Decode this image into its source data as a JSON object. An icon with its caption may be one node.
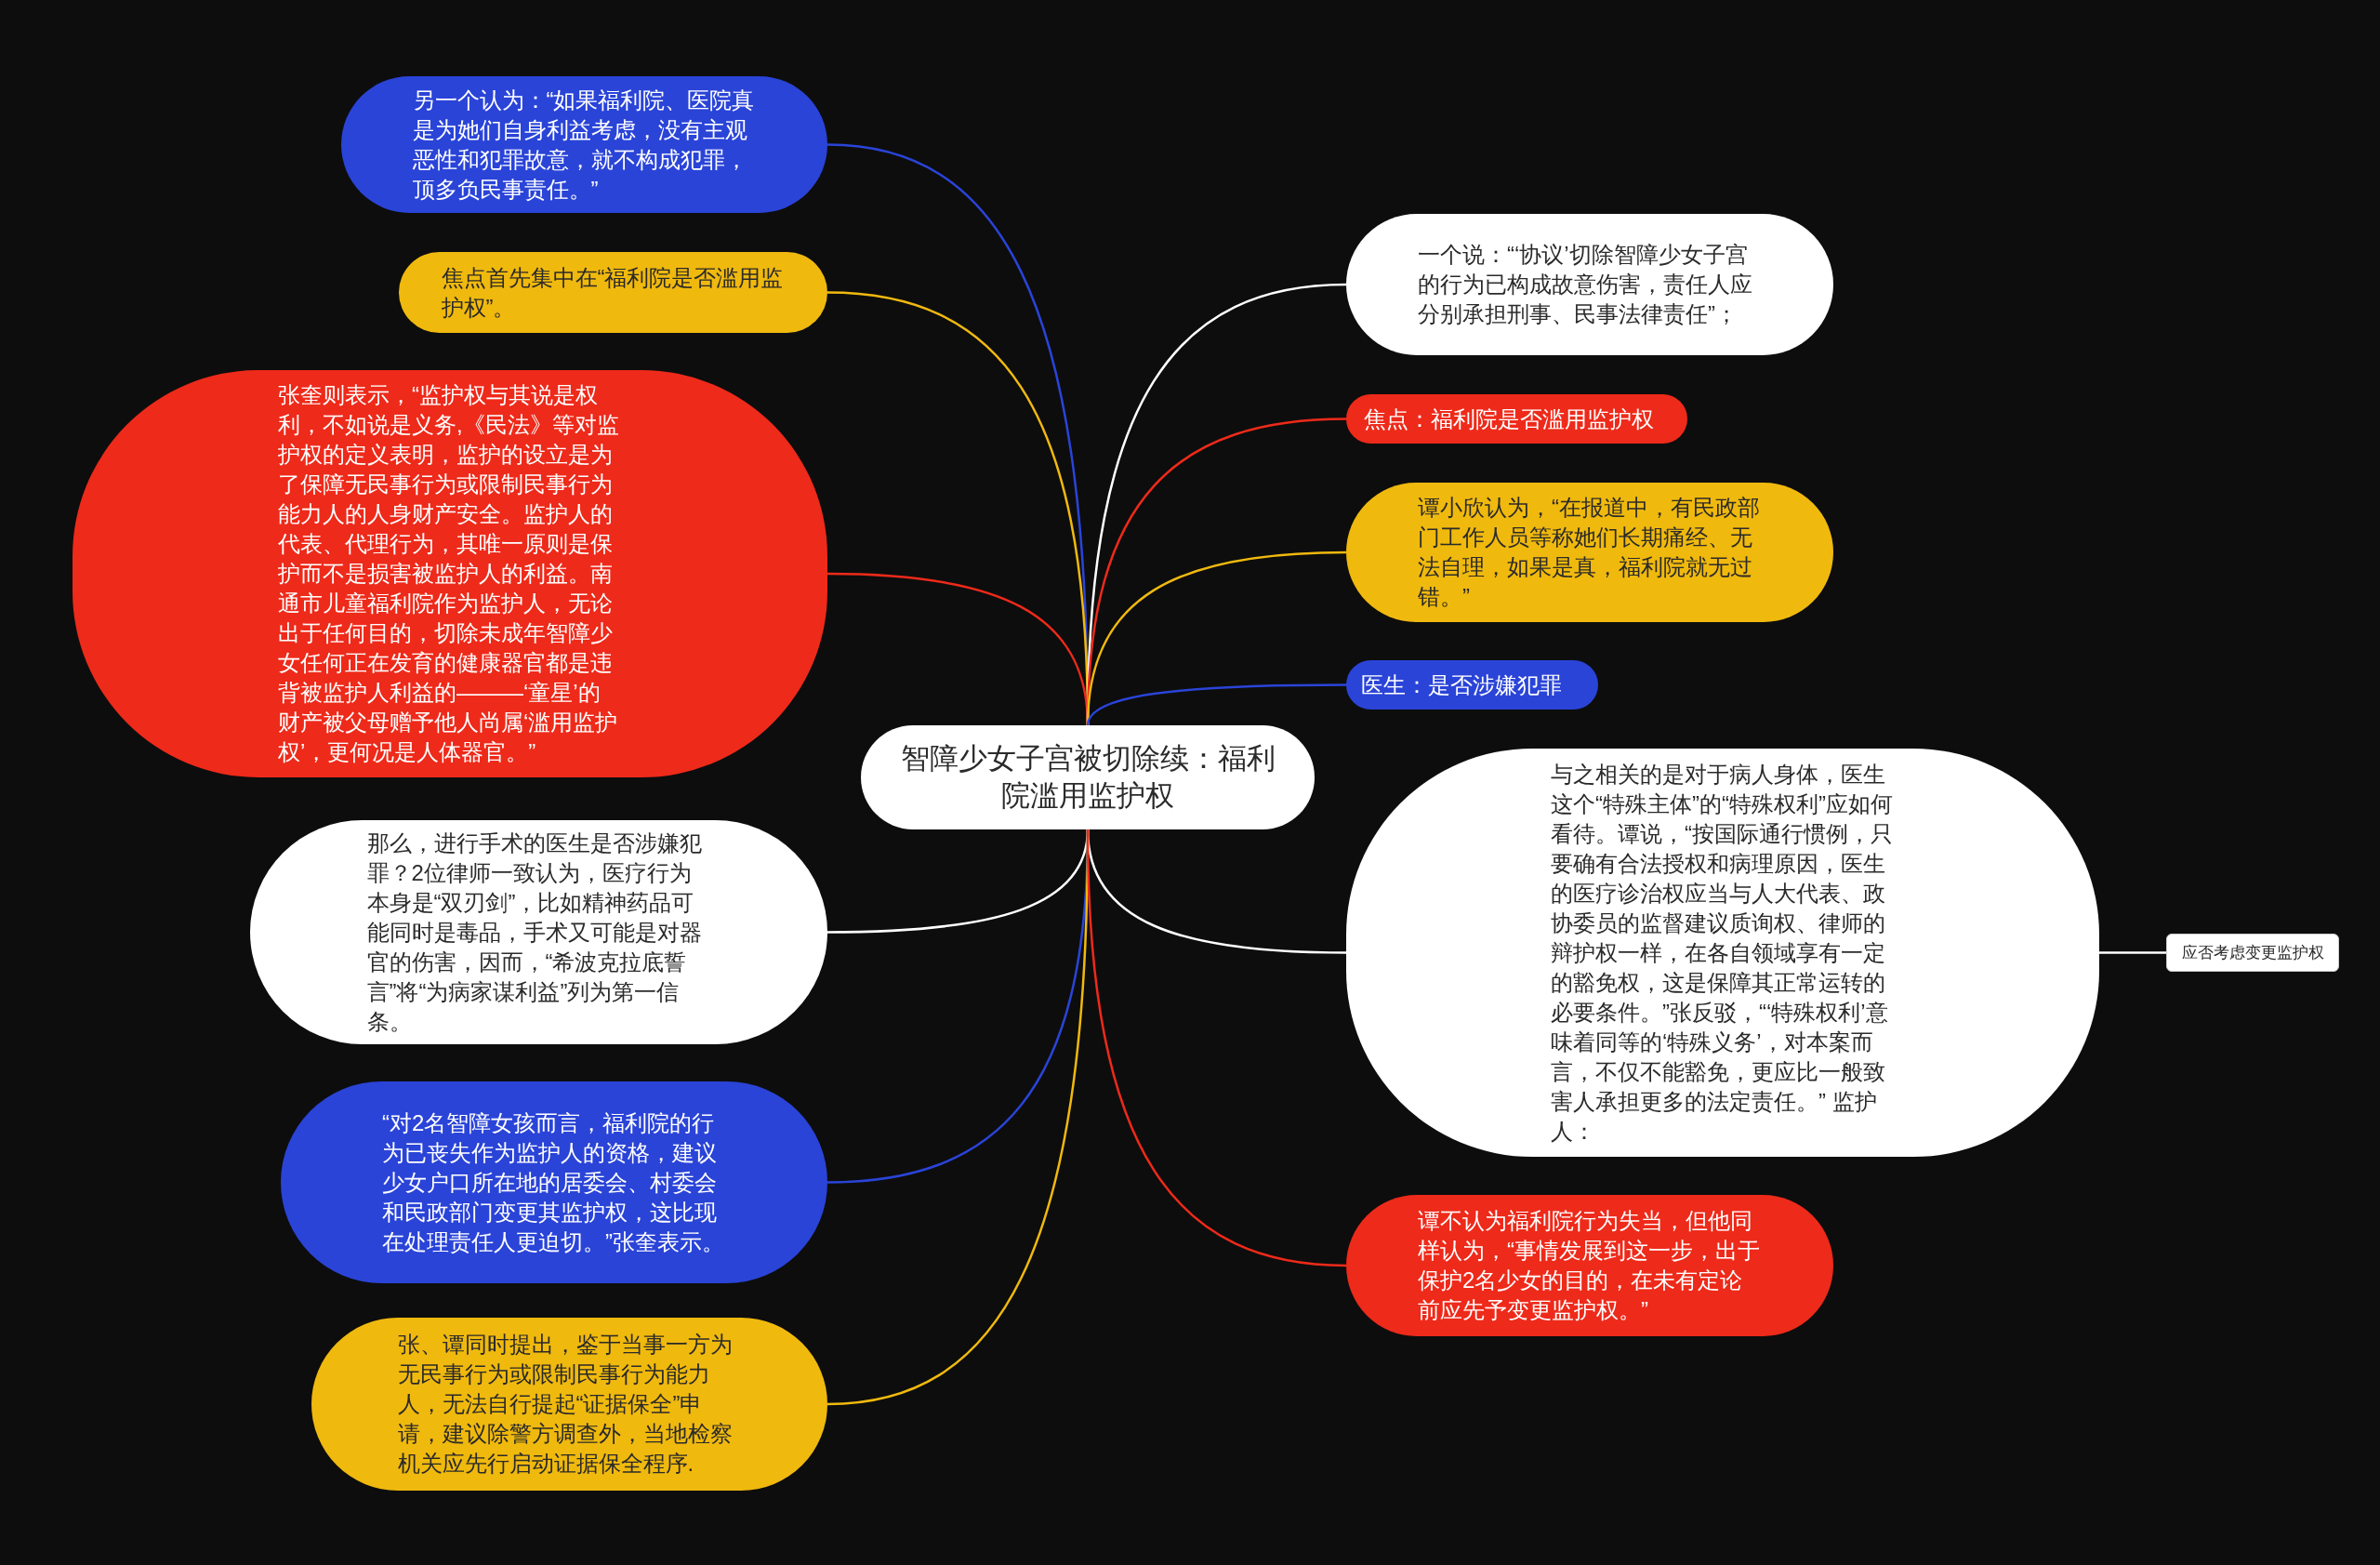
{
  "diagram": {
    "nodes": [
      {
        "text": [
          "智障少女子宫被切除续：福利院滥用监护权"
        ]
      },
      {
        "text": [
          "另一个认为：“如果福利院、医院真是为她们自身利益考虑，没有主观恶性和犯罪故意，就不构成犯罪，顶多负民事责任。”"
        ]
      },
      {
        "text": [
          "焦点首先集中在“福利院是否滥用监护权”。"
        ]
      },
      {
        "text": [
          "张奎则表示，“监护权与其说是权利，不如说是义务,《民法》等对监护权的定义表明，监护的设立是为了保障无民事行为或限制民事行为能力人的人身财产安全。监护人的代表、代理行为，其唯一原则是保护而不是损害被监护人的利益。南通市儿童福利院作为监护人，无论出于任何目的，切除未成年智障少女任何正在发育的健康器官都是违背被监护人利益的———‘童星’的财产被父母赠予他人尚属‘滥用监护权’，更何况是人体器官。”"
        ]
      },
      {
        "text": [
          "那么，进行手术的医生是否涉嫌犯罪？2位律师一致认为，医疗行为本身是“双刃剑”，比如精神药品可能同时是毒品，手术又可能是对器官的伤害，因而，“希波克拉底誓言”将“为病家谋利益”列为第一信条。"
        ]
      },
      {
        "text": [
          "“对2名智障女孩而言，福利院的行为已丧失作为监护人的资格，建议少女户口所在地的居委会、村委会和民政部门变更其监护权，这比现在处理责任人更迫切。”张奎表示。"
        ]
      },
      {
        "text": [
          "张、谭同时提出，鉴于当事一方为无民事行为或限制民事行为能力人，无法自行提起“证据保全”申请，建议除警方调查外，当地检察机关应先行启动证据保全程序."
        ]
      },
      {
        "text": [
          "一个说：“‘协议’切除智障少女子宫的行为已构成故意伤害，责任人应分别承担刑事、民事法律责任”；"
        ]
      },
      {
        "text": [
          "焦点：福利院是否滥用监护权"
        ]
      },
      {
        "text": [
          "谭小欣认为，“在报道中，有民政部门工作人员等称她们长期痛经、无法自理，如果是真，福利院就无过错。”"
        ]
      },
      {
        "text": [
          "医生：是否涉嫌犯罪"
        ]
      },
      {
        "text": [
          "与之相关的是对于病人身体，医生这个“特殊主体”的“特殊权利”应如何看待。谭说，“按国际通行惯例，只要确有合法授权和病理原因，医生的医疗诊治权应当与人大代表、政协委员的监督建议质询权、律师的辩护权一样，在各自领域享有一定的豁免权，这是保障其正常运转的必要条件。”张反驳，“‘特殊权利’意味着同等的‘特殊义务’，对本案而言，不仅不能豁免，更应比一般致害人承担更多的法定责任。” 监护人："
        ]
      },
      {
        "text": [
          "应否考虑变更监护权"
        ]
      },
      {
        "text": [
          "谭不认为福利院行为失当，但他同样认为，“事情发展到这一步，出于保护2名少女的目的，在未有定论前应先予变更监护权。”"
        ]
      }
    ],
    "edges": [
      {
        "from": 0,
        "to": 1,
        "arrow": "none",
        "color": "#2a44d8"
      },
      {
        "from": 0,
        "to": 2,
        "arrow": "none",
        "color": "#f0b90e"
      },
      {
        "from": 0,
        "to": 3,
        "arrow": "none",
        "color": "#ee2a1a"
      },
      {
        "from": 0,
        "to": 4,
        "arrow": "none"
      },
      {
        "from": 0,
        "to": 5,
        "arrow": "none",
        "color": "#2a44d8"
      },
      {
        "from": 0,
        "to": 6,
        "arrow": "none",
        "color": "#f0b90e"
      },
      {
        "from": 0,
        "to": 7,
        "arrow": "none"
      },
      {
        "from": 0,
        "to": 8,
        "arrow": "none",
        "color": "#ee2a1a"
      },
      {
        "from": 0,
        "to": 9,
        "arrow": "none",
        "color": "#f0b90e"
      },
      {
        "from": 0,
        "to": 10,
        "arrow": "none",
        "color": "#2a44d8"
      },
      {
        "from": 0,
        "to": 11,
        "arrow": "none"
      },
      {
        "from": 11,
        "to": 12,
        "arrow": "none"
      },
      {
        "from": 0,
        "to": 13,
        "arrow": "none",
        "color": "#ee2a1a"
      }
    ]
  }
}
